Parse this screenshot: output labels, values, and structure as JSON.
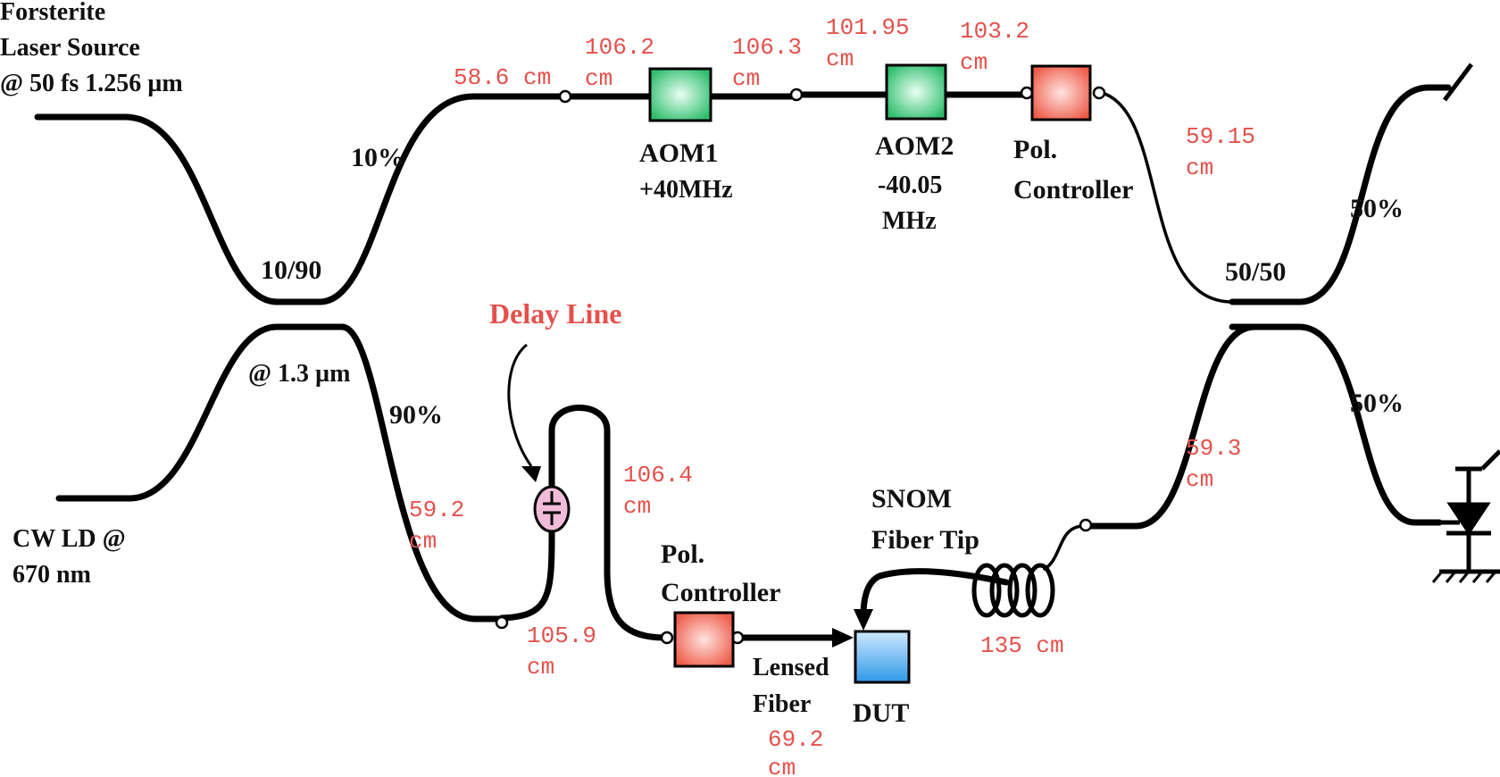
{
  "labels": {
    "source_line1": "Forsterite",
    "source_line2": "Laser Source",
    "source_line3": "@ 50 fs 1.256 µm",
    "cw_line1": "CW LD @",
    "cw_line2": "670 nm",
    "coupler1_ratio": "10/90",
    "coupler1_out_top": "10%",
    "coupler1_out_bottom": "90%",
    "coupler1_wavelength": "@ 1.3 µm",
    "aom1_name": "AOM1",
    "aom1_freq": "+40MHz",
    "aom2_name": "AOM2",
    "aom2_freq_line1": "-40.05",
    "aom2_freq_line2": "MHz",
    "polctrl_top_line1": "Pol.",
    "polctrl_top_line2": "Controller",
    "polctrl_bottom_line1": "Pol.",
    "polctrl_bottom_line2": "Controller",
    "coupler2_ratio": "50/50",
    "coupler2_out_top": "50%",
    "coupler2_out_bottom": "50%",
    "delay_line": "Delay Line",
    "snom_line1": "SNOM",
    "snom_line2": "Fiber Tip",
    "lensed_line1": "Lensed",
    "lensed_line2": "Fiber",
    "dut": "DUT"
  },
  "lengths": {
    "l_58_6": "58.6 cm",
    "l_106_2_a": "106.2",
    "l_106_2_b": "cm",
    "l_106_3_a": "106.3",
    "l_106_3_b": "cm",
    "l_101_95_a": "101.95",
    "l_101_95_b": "cm",
    "l_103_2_a": "103.2",
    "l_103_2_b": "cm",
    "l_59_15_a": "59.15",
    "l_59_15_b": "cm",
    "l_59_2_a": "59.2",
    "l_59_2_b": "cm",
    "l_105_9_a": "105.9",
    "l_105_9_b": "cm",
    "l_106_4_a": "106.4",
    "l_106_4_b": "cm",
    "l_69_2_a": "69.2",
    "l_69_2_b": "cm",
    "l_135": "135 cm",
    "l_59_3_a": "59.3",
    "l_59_3_b": "cm"
  },
  "colors": {
    "aom": "#2fbd6d",
    "pol_controller": "#ee5c4a",
    "dut": "#2f98e8",
    "delay_line": "#f2bcd8",
    "length_text": "#e4514c"
  }
}
